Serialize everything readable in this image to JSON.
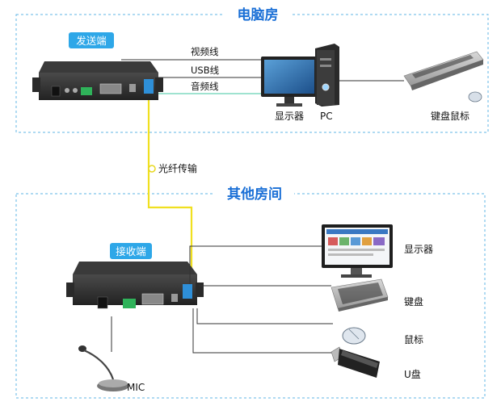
{
  "colors": {
    "accent_blue": "#1a6fd6",
    "tag_blue": "#2ea7e8",
    "border_blue": "#5fb4e6",
    "fiber_yellow": "#f0e020",
    "audio_green": "#3fc7a0",
    "device_dark": "#2b2b2b"
  },
  "top_section": {
    "title": "电脑房",
    "sender_label": "发送端",
    "cable_video": "视频线",
    "cable_usb": "USB线",
    "cable_audio": "音频线",
    "monitor_label": "显示器",
    "pc_label": "PC",
    "keyboard_mouse_label": "键盘鼠标"
  },
  "fiber_label": "光纤传输",
  "bottom_section": {
    "title": "其他房间",
    "receiver_label": "接收端",
    "monitor_label": "显示器",
    "keyboard_label": "键盘",
    "mouse_label": "鼠标",
    "udisk_label": "U盘",
    "mic_label": "MIC"
  }
}
